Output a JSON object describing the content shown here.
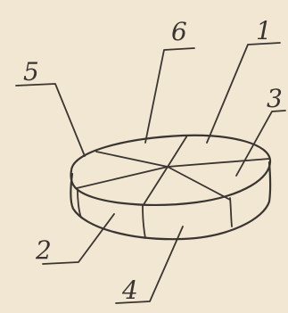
{
  "labels": [
    "1",
    "2",
    "3",
    "4",
    "5",
    "6"
  ],
  "colors": {
    "background": "#f2e7d3",
    "ink": "#3a3530"
  }
}
